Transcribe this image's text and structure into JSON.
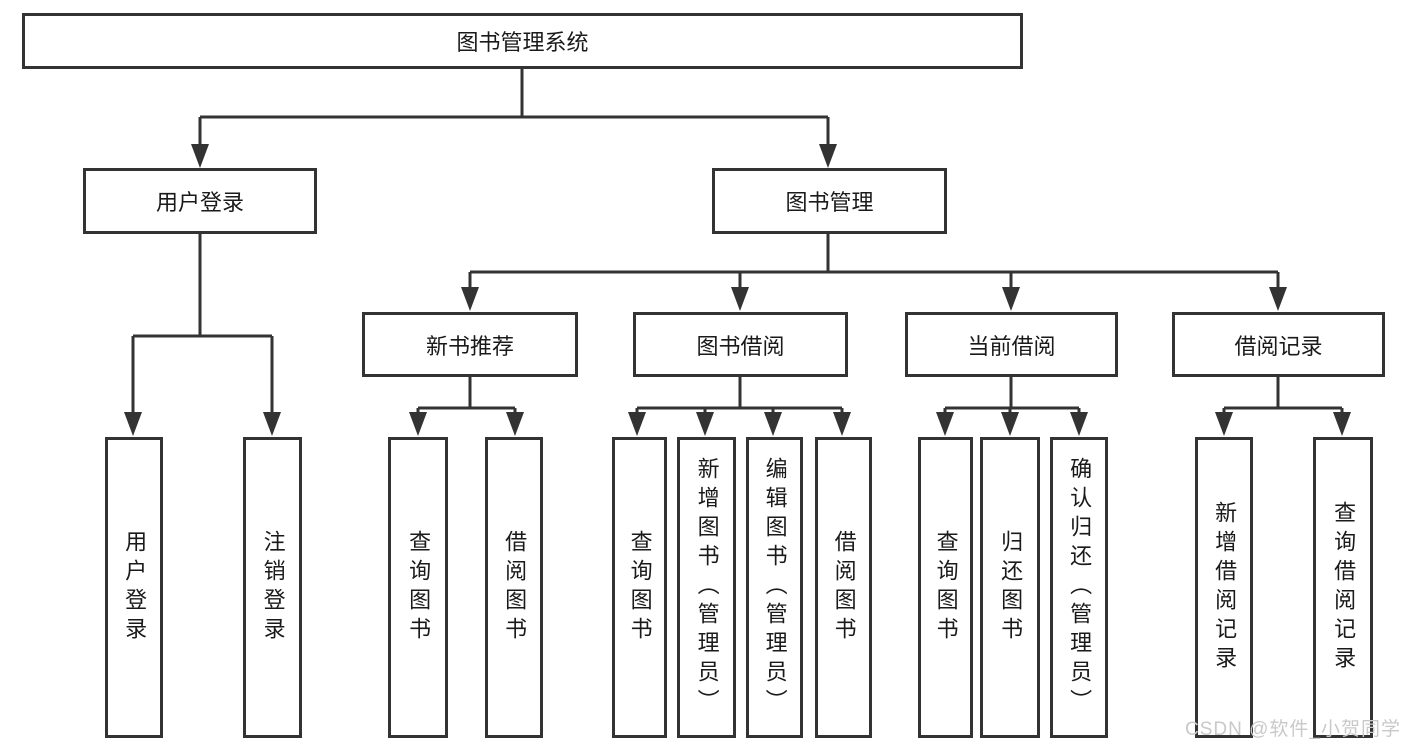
{
  "tree": {
    "label": "图书管理系统",
    "children": [
      {
        "label": "用户登录",
        "children": [
          {
            "label": "用户登录"
          },
          {
            "label": "注销登录"
          }
        ]
      },
      {
        "label": "图书管理",
        "children": [
          {
            "label": "新书推荐",
            "children": [
              {
                "label": "查询图书"
              },
              {
                "label": "借阅图书"
              }
            ]
          },
          {
            "label": "图书借阅",
            "children": [
              {
                "label": "查询图书"
              },
              {
                "label": "新增图书（管理员）"
              },
              {
                "label": "编辑图书（管理员）"
              },
              {
                "label": "借阅图书"
              }
            ]
          },
          {
            "label": "当前借阅",
            "children": [
              {
                "label": "查询图书"
              },
              {
                "label": "归还图书"
              },
              {
                "label": "确认归还（管理员）"
              }
            ]
          },
          {
            "label": "借阅记录",
            "children": [
              {
                "label": "新增借阅记录"
              },
              {
                "label": "查询借阅记录"
              }
            ]
          }
        ]
      }
    ]
  },
  "watermark": "CSDN @软件_小贺同学",
  "colors": {
    "line": "#333333",
    "box_border": "#333333",
    "text": "#1a1a1a",
    "watermark": "#c9c9c9",
    "background": "#ffffff"
  }
}
